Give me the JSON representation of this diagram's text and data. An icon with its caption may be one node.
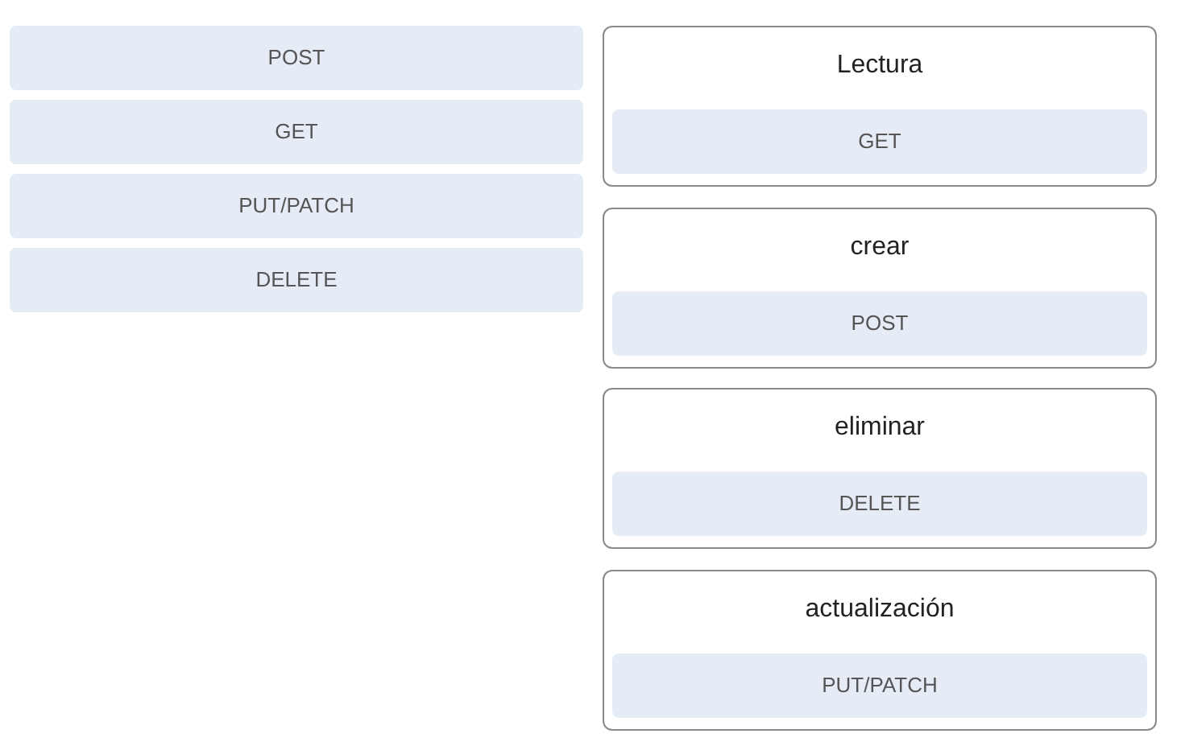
{
  "diagram": {
    "nodes": [
      {
        "text": [
          "POST"
        ]
      },
      {
        "text": [
          "GET"
        ]
      },
      {
        "text": [
          "PUT/PATCH"
        ]
      },
      {
        "text": [
          "DELETE"
        ]
      },
      {
        "text": [
          "Lectura"
        ]
      },
      {
        "text": [
          "GET"
        ],
        "in": 4
      },
      {
        "text": [
          "crear"
        ]
      },
      {
        "text": [
          "POST"
        ],
        "in": 6
      },
      {
        "text": [
          "eliminar"
        ]
      },
      {
        "text": [
          "DELETE"
        ],
        "in": 8
      },
      {
        "text": [
          "actualización"
        ]
      },
      {
        "text": [
          "PUT/PATCH"
        ],
        "in": 10
      }
    ]
  }
}
